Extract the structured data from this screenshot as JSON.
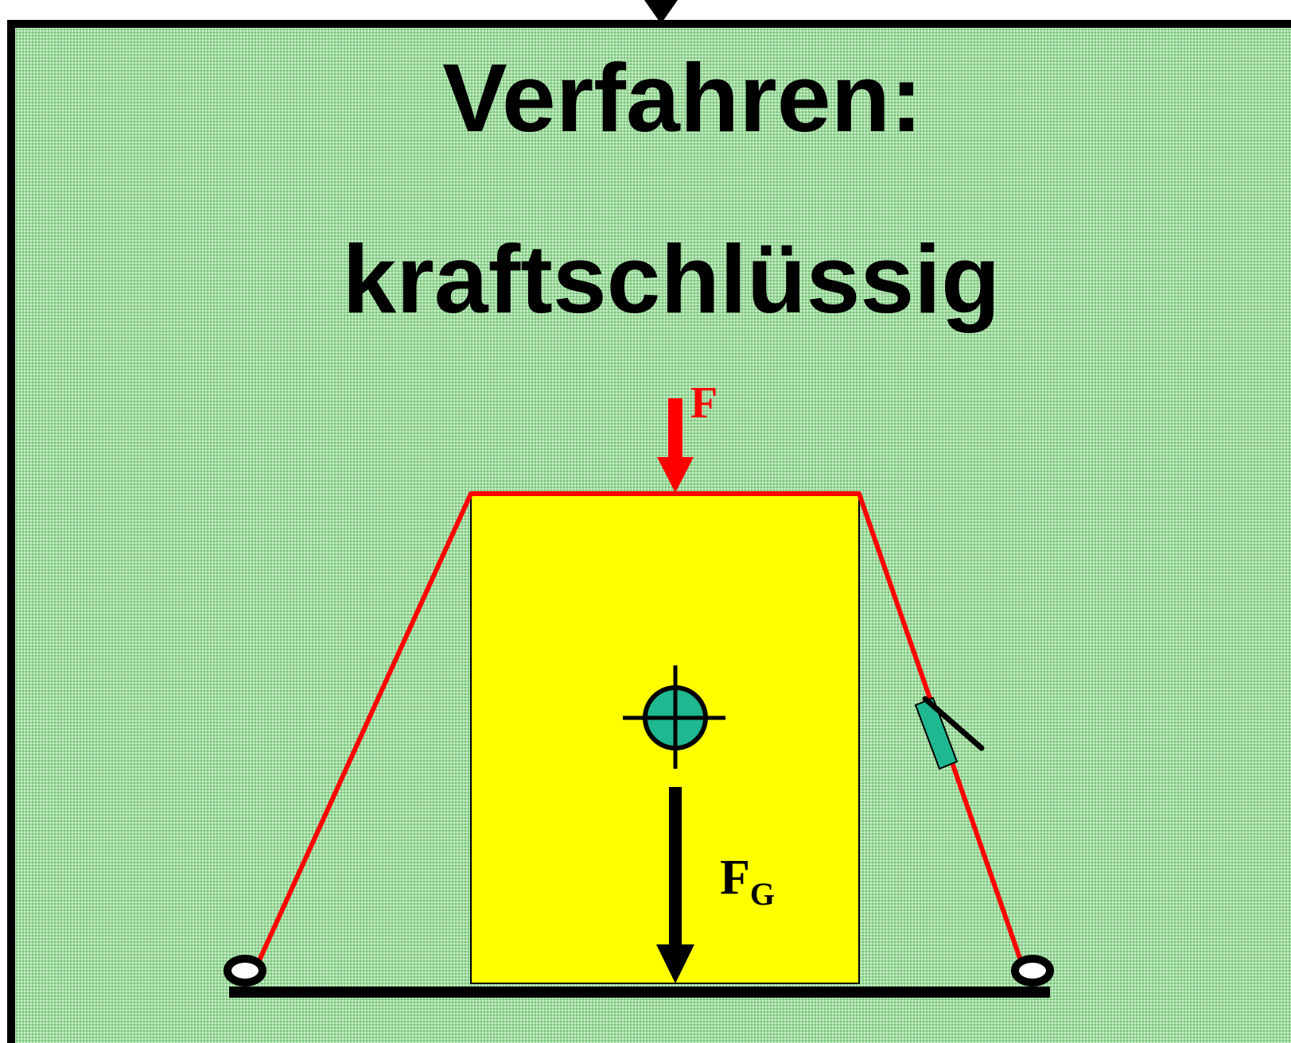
{
  "title_line1": "Verfahren:",
  "title_line2": "kraftschlüssig",
  "force_label": "F",
  "weight_label_main": "F",
  "weight_label_sub": "G",
  "colors": {
    "background": "#9fdb9f",
    "frame": "#000000",
    "load": "#ffff00",
    "strap": "#ff0000",
    "center_of_gravity": "#1fb890",
    "tensioner": "#1fb890"
  },
  "icons": {
    "center_of_gravity": "center-of-gravity-icon",
    "tensioner": "ratchet-tensioner-icon",
    "lashing_points": "lashing-ring-icon"
  }
}
